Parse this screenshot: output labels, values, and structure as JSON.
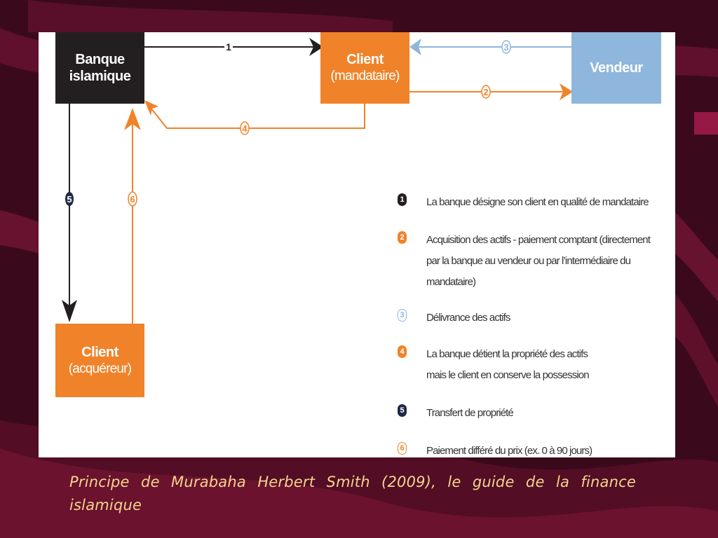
{
  "colors": {
    "background": "#3a0a1c",
    "black": "#231f20",
    "orange": "#f0832a",
    "blue": "#8fb6dc",
    "caption": "#f3d58c"
  },
  "nodes": {
    "banque": {
      "line1": "Banque",
      "line2": "islamique"
    },
    "client_mandataire": {
      "line1": "Client",
      "line2": "(mandataire)"
    },
    "vendeur": {
      "line1": "Vendeur"
    },
    "client_acquereur": {
      "line1": "Client",
      "line2": "(acquéreur)"
    }
  },
  "flow_labels": {
    "f1": "1",
    "f2": "2",
    "f3": "3",
    "f4": "4",
    "f5": "5",
    "f6": "6"
  },
  "legend": [
    {
      "num": "1",
      "text": "La banque désigne son client en qualité de mandataire"
    },
    {
      "num": "2",
      "text": "Acquisition des actifs - paiement comptant (directement par la banque au vendeur ou par l’intermédiaire du mandataire)"
    },
    {
      "num": "3",
      "text": "Délivrance des actifs"
    },
    {
      "num": "4",
      "text": "La banque détient la propriété des actifs mais le client en conserve la possession"
    },
    {
      "num": "5",
      "text": "Transfert de propriété"
    },
    {
      "num": "6",
      "text": "Paiement différé du prix (ex. 0 à 90 jours)"
    }
  ],
  "caption": "Principe de Murabaha Herbert Smith (2009), le guide de la finance islamique"
}
